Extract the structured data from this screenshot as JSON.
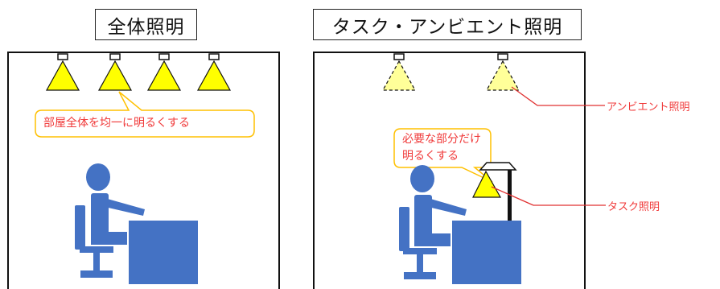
{
  "left": {
    "title": "全体照明",
    "callout": "部屋全体を均一に明るくする"
  },
  "right": {
    "title": "タスク・アンビエント照明",
    "callout_line1": "必要な部分だけ",
    "callout_line2": "明るくする",
    "label_ambient": "アンビエント照明",
    "label_task": "タスク照明"
  },
  "colors": {
    "light": "#ffff00",
    "person": "#4472c4",
    "callout_border": "#ffc000",
    "label_text": "#f03a3a",
    "leader_line": "#e03030"
  }
}
